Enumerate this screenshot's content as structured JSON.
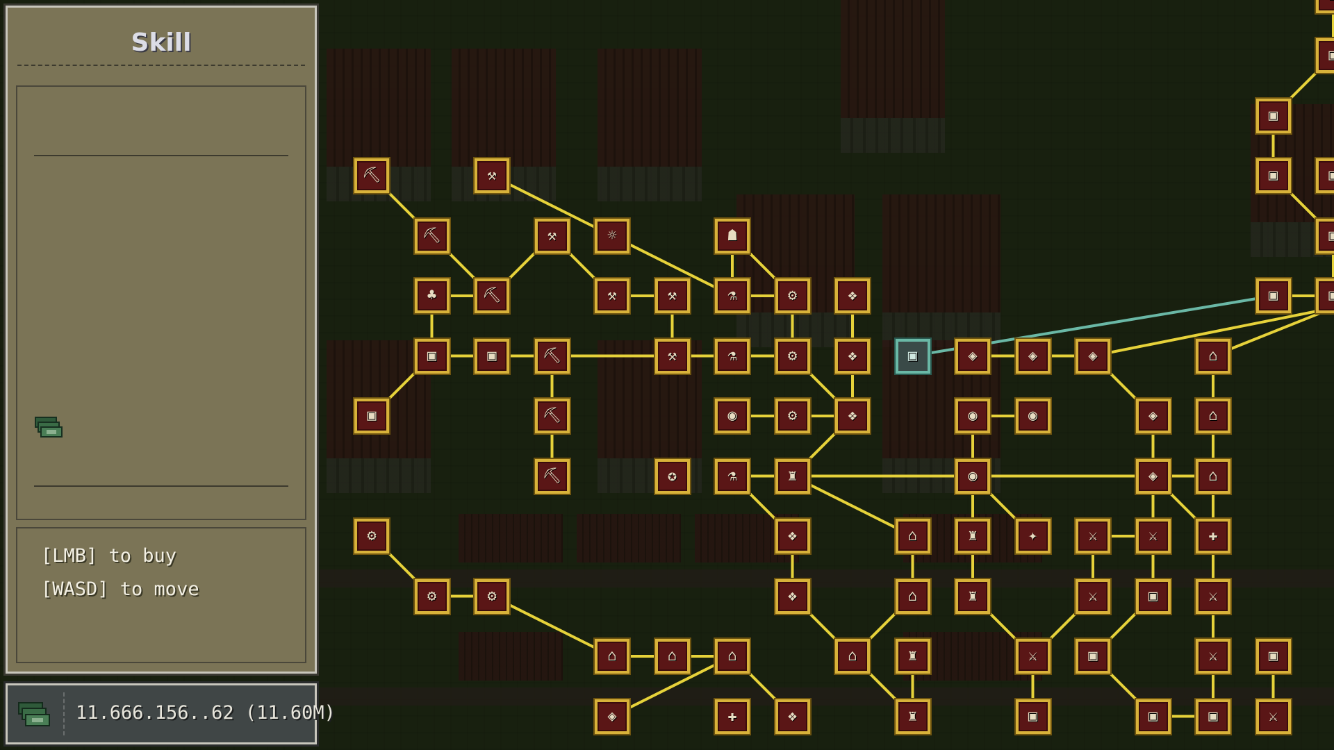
{
  "panel": {
    "title": "Skill",
    "help_lines": [
      "[LMB] to buy",
      "[WASD] to move"
    ]
  },
  "wallet": {
    "amount_text": "11.666.156..62 (11.60M)"
  },
  "colors": {
    "node_fill": "#5a1616",
    "node_border": "#d8b23a",
    "connector": "#e6d23a",
    "selected_border": "#6ab8a6",
    "panel_bg": "#7b7456"
  },
  "icons": {
    "money": "money-stack-icon",
    "skill_nodes": "skill-node-icon",
    "selected_node": "link-node-icon"
  }
}
